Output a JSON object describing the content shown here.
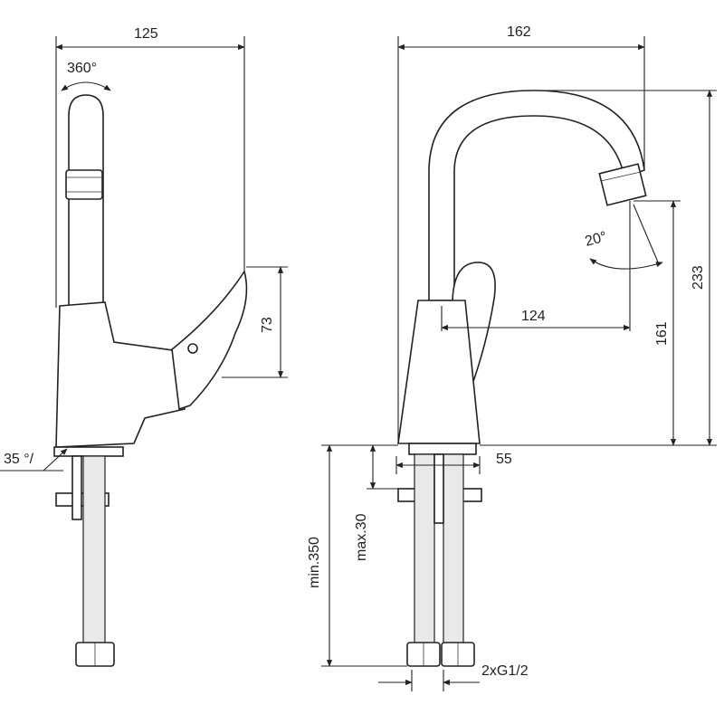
{
  "labels": {
    "width_side": "125",
    "rotation": "360°",
    "lever_height": "73",
    "mount_angle": "35 °/",
    "width_front": "162",
    "spout_height": "233",
    "spout_angle": "20°",
    "spout_reach": "124",
    "outlet_height": "161",
    "base_dia": "55",
    "max_thickness": "max.30",
    "min_hose": "min.350",
    "connection": "2xG1/2"
  }
}
